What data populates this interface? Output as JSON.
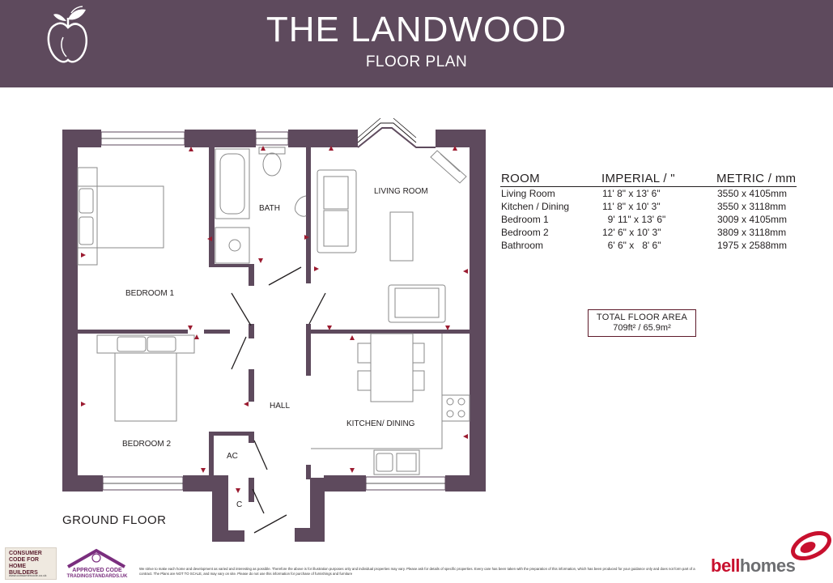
{
  "header": {
    "title": "THE LANDWOOD",
    "subtitle": "FLOOR PLAN",
    "logo_icon": "apple-logo-icon"
  },
  "plan": {
    "floor_label": "GROUND FLOOR",
    "rooms": {
      "bedroom1": "BEDROOM 1",
      "bath": "BATH",
      "living": "LIVING ROOM",
      "bedroom2": "BEDROOM 2",
      "hall": "HALL",
      "kitchen": "KITCHEN/ DINING",
      "ac": "AC",
      "c": "C"
    },
    "colors": {
      "wall": "#5e4a5d",
      "marker": "#9b1b30"
    }
  },
  "schedule": {
    "headers": {
      "room": "ROOM",
      "imperial": "IMPERIAL / \"",
      "metric": "METRIC / mm"
    },
    "rows": [
      {
        "room": "Living Room",
        "imperial": "11' 8\" x 13' 6\"",
        "metric": "3550 x 4105mm"
      },
      {
        "room": "Kitchen / Dining",
        "imperial": "11' 8\" x 10' 3\"",
        "metric": "3550 x 3118mm"
      },
      {
        "room": "Bedroom 1",
        "imperial": "  9' 11\" x 13' 6\"",
        "metric": "3009 x 4105mm"
      },
      {
        "room": "Bedroom 2",
        "imperial": "12' 6\" x 10' 3\"",
        "metric": "3809 x 3118mm"
      },
      {
        "room": "Bathroom",
        "imperial": "  6' 6\" x   8' 6\"",
        "metric": "1975 x 2588mm"
      }
    ],
    "total": {
      "label": "TOTAL FLOOR AREA",
      "value": "709ft² / 65.9m²"
    }
  },
  "footer": {
    "consumer_code": "CONSUMER CODE FOR HOME BUILDERS",
    "consumer_url": "www.consumercode.co.uk",
    "tsi_line1": "APPROVED CODE",
    "tsi_line2": "TRADINGSTANDARDS.UK",
    "disclaimer": "We strive to make each home and development as varied and interesting as possible. Therefore the above is for illustration purposes only and individual properties may vary. Please ask for details of specific properties. Every care has been taken with the preparation of this information, which has been produced for your guidance only and does not form part of a contract. The Plans are NOT TO SCALE, and may vary on site. Please do not use this information for purchase of furnishings and furniture",
    "brand_bell": "bell",
    "brand_homes": "homes",
    "brand_color": "#c8102e"
  }
}
